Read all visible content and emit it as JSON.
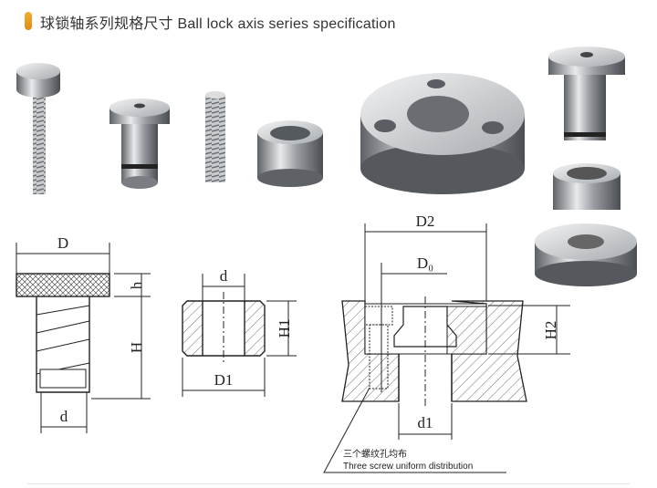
{
  "header": {
    "title": "球锁轴系列规格尺寸 Ball lock axis series specification",
    "icon": "orange-bar-icon"
  },
  "drawings": {
    "knob_pin": {
      "D": "D",
      "h": "h",
      "H": "H",
      "d": "d"
    },
    "bushing": {
      "d": "d",
      "H1": "H1",
      "D1": "D1"
    },
    "receiver": {
      "D2": "D2",
      "D0": "D₀",
      "H2": "H2",
      "d1": "d1",
      "note_cn": "三个螺纹孔均布",
      "note_en": "Three screw uniform distribution"
    }
  },
  "colors": {
    "accent": "#e8a020",
    "line": "#222222",
    "metal_light": "#e6e8ea",
    "metal_dark": "#6a6e72"
  }
}
